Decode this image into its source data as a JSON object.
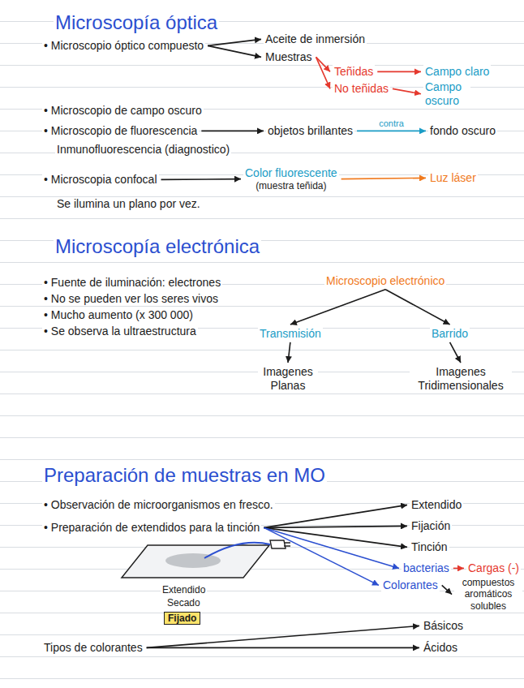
{
  "diagram": {
    "nodes": [
      {
        "text": [
          "• Microscopio óptico compuesto"
        ]
      },
      {
        "text": [
          "Aceite de inmersión"
        ]
      },
      {
        "text": [
          "Muestras"
        ]
      },
      {
        "text": [
          "Teñidas"
        ]
      },
      {
        "text": [
          "Campo claro"
        ]
      },
      {
        "text": [
          "No teñidas"
        ]
      },
      {
        "text": [
          "Campo oscuro"
        ]
      },
      {
        "text": [
          "• Microscopio de fluorescencia"
        ]
      },
      {
        "text": [
          "objetos brillantes"
        ]
      },
      {
        "text": [
          "fondo oscuro"
        ]
      },
      {
        "text": [
          "• Microscopia confocal"
        ]
      },
      {
        "text": [
          "Color fluorescente",
          "(muestra teñida)"
        ]
      },
      {
        "text": [
          "Luz láser"
        ]
      },
      {
        "text": [
          "Microscopio electrónico"
        ]
      },
      {
        "text": [
          "Transmisión"
        ]
      },
      {
        "text": [
          "Barrido"
        ]
      },
      {
        "text": [
          "Imagenes Planas"
        ]
      },
      {
        "text": [
          "Imagenes Tridimensionales"
        ]
      },
      {
        "text": [
          "• Preparación de extendidos para la tinción"
        ]
      },
      {
        "text": [
          "Extendido"
        ]
      },
      {
        "text": [
          "Fijación"
        ]
      },
      {
        "text": [
          "Tinción"
        ]
      },
      {
        "text": [
          "bacterias"
        ]
      },
      {
        "text": [
          "Cargas (-)"
        ]
      },
      {
        "text": [
          "Colorantes"
        ]
      },
      {
        "text": [
          "compuestos aromáticos solubles"
        ]
      },
      {
        "text": [
          "Fijado"
        ]
      },
      {
        "text": [
          "Tipos de colorantes"
        ]
      },
      {
        "text": [
          "Básicos"
        ]
      },
      {
        "text": [
          "Ácidos"
        ]
      }
    ],
    "edges": [
      {
        "from": 0,
        "to": 1,
        "arrow": "to"
      },
      {
        "from": 0,
        "to": 2,
        "arrow": "to"
      },
      {
        "from": 2,
        "to": 3,
        "arrow": "to"
      },
      {
        "from": 2,
        "to": 5,
        "arrow": "to"
      },
      {
        "from": 3,
        "to": 4,
        "arrow": "to"
      },
      {
        "from": 5,
        "to": 6,
        "arrow": "to"
      },
      {
        "from": 7,
        "to": 8,
        "arrow": "to"
      },
      {
        "from": 8,
        "to": 9,
        "label": "contra",
        "arrow": "to"
      },
      {
        "from": 10,
        "to": 11,
        "arrow": "to"
      },
      {
        "from": 11,
        "to": 12,
        "arrow": "to"
      },
      {
        "from": 13,
        "to": 14,
        "arrow": "to"
      },
      {
        "from": 13,
        "to": 15,
        "arrow": "to"
      },
      {
        "from": 14,
        "to": 16,
        "arrow": "to"
      },
      {
        "from": 15,
        "to": 17,
        "arrow": "to"
      },
      {
        "from": 18,
        "to": 19,
        "arrow": "to"
      },
      {
        "from": 18,
        "to": 20,
        "arrow": "to"
      },
      {
        "from": 18,
        "to": 21,
        "arrow": "to"
      },
      {
        "from": 18,
        "to": 22,
        "arrow": "to"
      },
      {
        "from": 18,
        "to": 24,
        "arrow": "to"
      },
      {
        "from": 22,
        "to": 23,
        "arrow": "to"
      },
      {
        "from": 24,
        "to": 25,
        "arrow": "to"
      },
      {
        "from": 27,
        "to": 28,
        "arrow": "to"
      },
      {
        "from": 27,
        "to": 29,
        "arrow": "to"
      }
    ],
    "labels": [
      "Microscopía óptica",
      "• Microscopio de campo oscuro",
      "Inmunofluorescencia (diagnostico)",
      "Se ilumina un plano por vez.",
      "Microscopía electrónica",
      "• Fuente de iluminación: electrones",
      "• No se pueden ver los seres vivos",
      "• Mucho aumento (x 300 000)",
      "• Se observa la ultraestructura",
      "Preparación de muestras en MO",
      "• Observación de microorganismos en fresco.",
      "Extendido",
      "Secado"
    ]
  }
}
